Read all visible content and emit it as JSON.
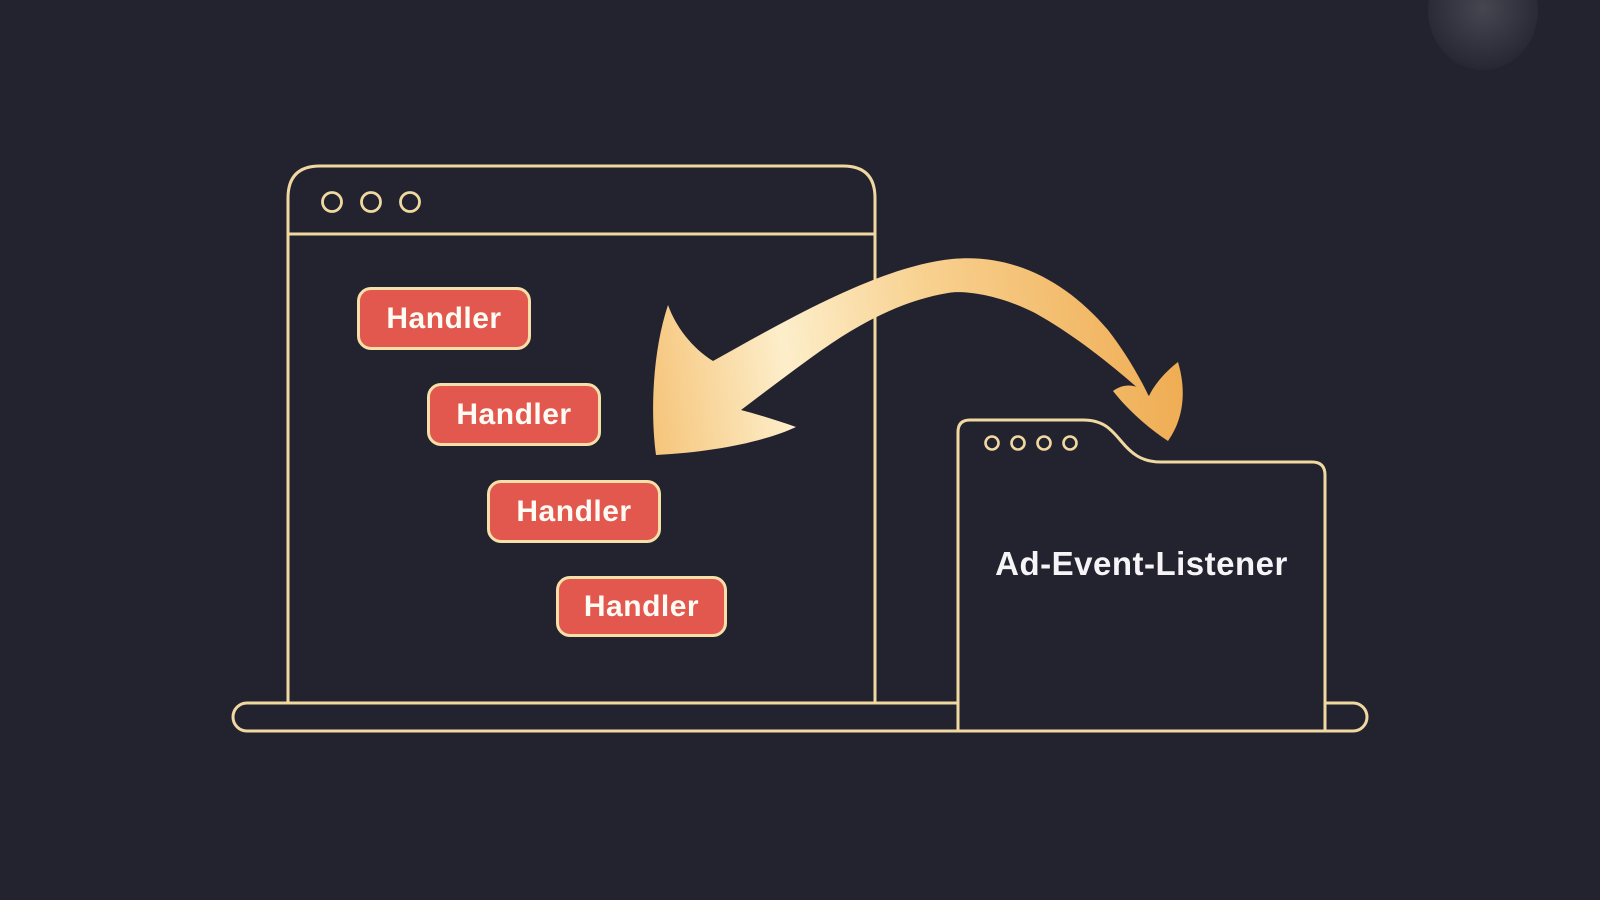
{
  "illustration": {
    "background_color": "#232330",
    "line_color": "#f0d9a1"
  },
  "browser_window": {
    "window_controls_count": 3,
    "handlers": [
      {
        "label": "Handler"
      },
      {
        "label": "Handler"
      },
      {
        "label": "Handler"
      },
      {
        "label": "Handler"
      }
    ],
    "badge": {
      "fill_color": "#e2574e",
      "border_color": "#f6dfa8",
      "text_color": "#fdfbf4"
    }
  },
  "folder": {
    "label": "Ad-Event-Listener",
    "tab_dots_count": 4,
    "text_color": "#f6f4f6"
  },
  "arrow": {
    "gradient_colors": [
      "#f5c173",
      "#fdeeca",
      "#f8d190",
      "#efac52"
    ]
  }
}
